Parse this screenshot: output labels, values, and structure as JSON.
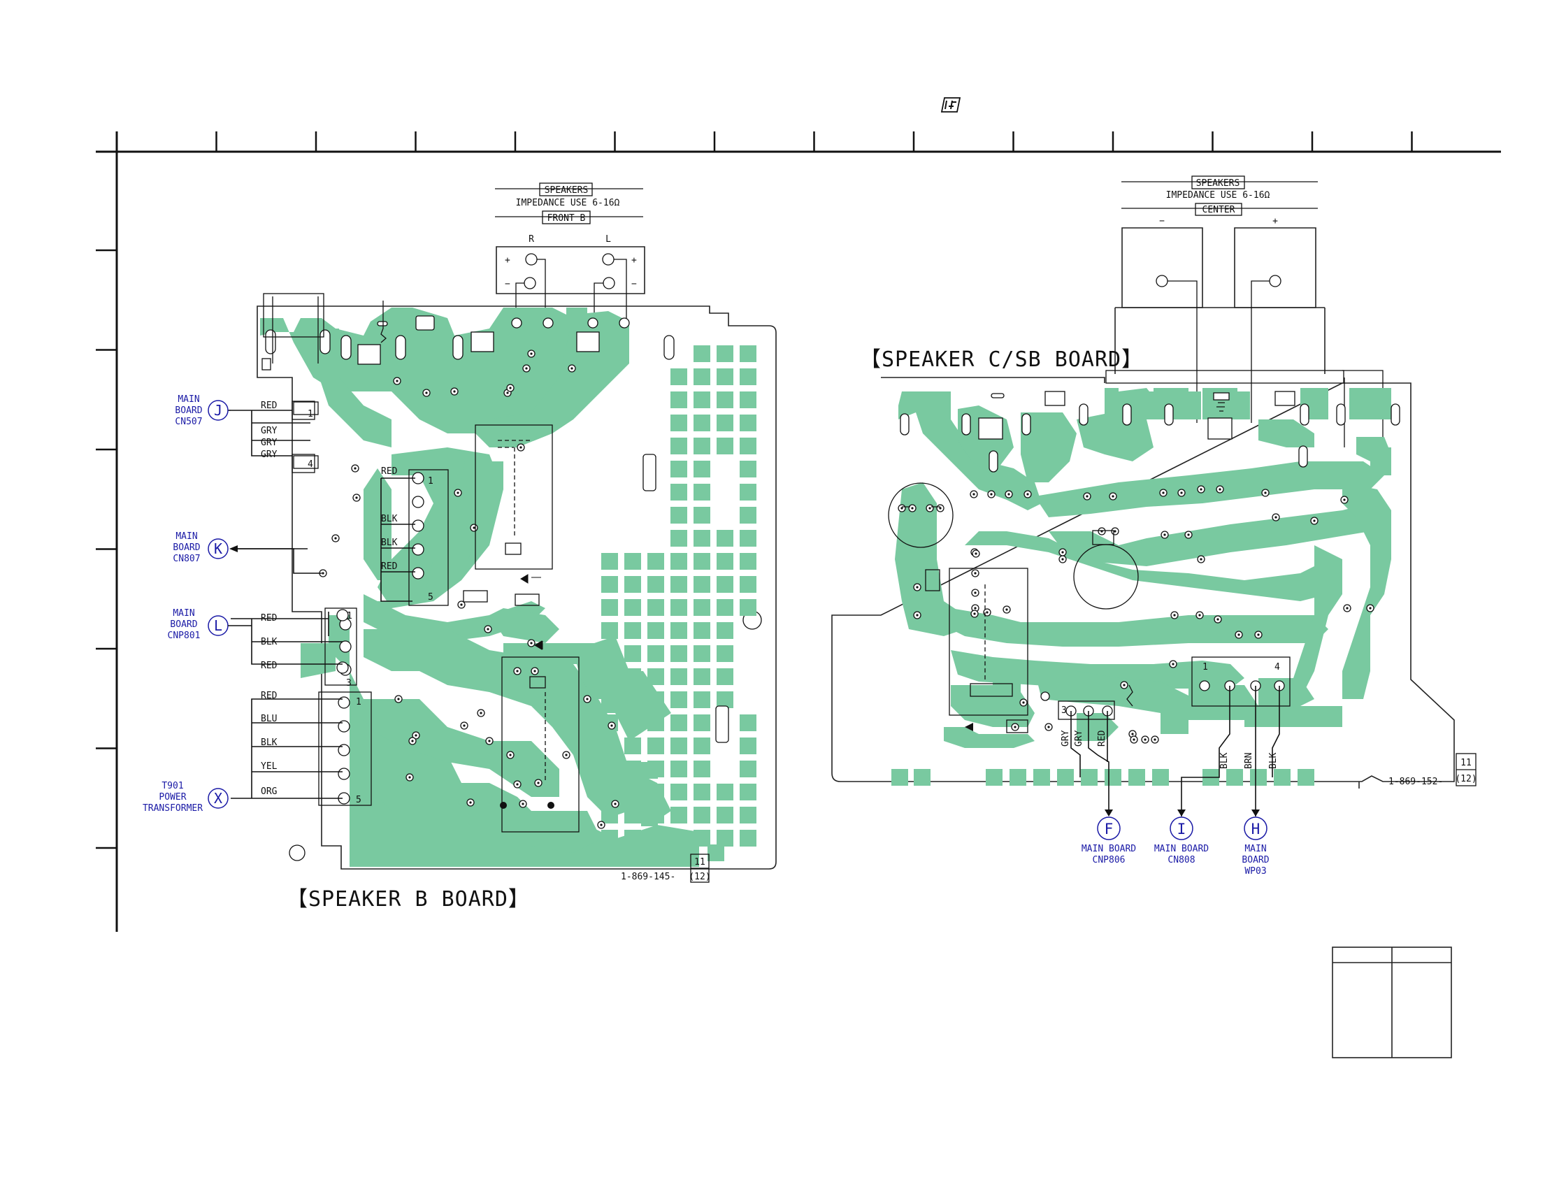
{
  "logo": {
    "name": "lf-logo-icon"
  },
  "colors": {
    "copper": "#79c9a0",
    "connector_text": "#1a1aa6",
    "line": "#111111"
  },
  "speaker_b": {
    "title": "【SPEAKER B BOARD】",
    "terminal": {
      "header": "SPEAKERS",
      "impedance": "IMPEDANCE USE 6-16Ω",
      "channel": "FRONT B",
      "left": "L",
      "right": "R",
      "plus": "+",
      "minus": "−"
    },
    "part_no": "1-869-145-",
    "index_top": "11",
    "index_bottom": "(12)",
    "connectors": [
      {
        "letter": "J",
        "line1": "MAIN",
        "line2": "BOARD",
        "line3": "CN507"
      },
      {
        "letter": "K",
        "line1": "MAIN",
        "line2": "BOARD",
        "line3": "CN807"
      },
      {
        "letter": "L",
        "line1": "MAIN",
        "line2": "BOARD",
        "line3": "CNP801"
      },
      {
        "letter": "X",
        "line1": "T901",
        "line2": "POWER",
        "line3": "TRANSFORMER"
      }
    ],
    "wires_j": [
      "RED",
      "GRY",
      "GRY",
      "GRY"
    ],
    "wires_inner": [
      "RED",
      "BLK",
      "BLK",
      "RED"
    ],
    "wires_l": [
      "RED",
      "BLK",
      "RED"
    ],
    "wires_x": [
      "RED",
      "BLU",
      "BLK",
      "YEL",
      "ORG"
    ],
    "pins": {
      "p1": "1",
      "p4": "4",
      "p5": "5",
      "p3": "3"
    }
  },
  "speaker_csb": {
    "title": "【SPEAKER C/SB BOARD】",
    "terminal": {
      "header": "SPEAKERS",
      "impedance": "IMPEDANCE USE 6-16Ω",
      "channel": "CENTER",
      "minus": "−",
      "plus": "+"
    },
    "part_no": "1-869-152-",
    "index_top": "11",
    "index_bottom": "(12)",
    "wires_bottom_left": [
      "GRY",
      "GRY",
      "RED"
    ],
    "wires_bottom_right": [
      "BLK",
      "BRN",
      "BLK"
    ],
    "pins": {
      "p3": "3",
      "p1": "1",
      "pL1": "1",
      "pL4": "4"
    },
    "connectors": [
      {
        "letter": "F",
        "line1": "MAIN BOARD",
        "line2": "CNP806",
        "line3": ""
      },
      {
        "letter": "I",
        "line1": "MAIN BOARD",
        "line2": "CN808",
        "line3": ""
      },
      {
        "letter": "H",
        "line1": "MAIN",
        "line2": "BOARD",
        "line3": "WP03"
      }
    ]
  }
}
